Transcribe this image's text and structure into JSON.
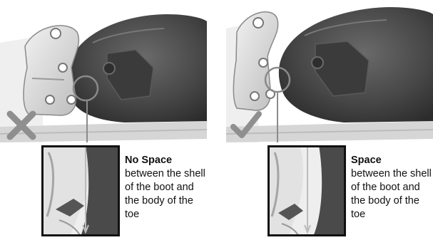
{
  "panels": [
    {
      "status": "incorrect",
      "status_icon": "cross-icon",
      "title": "No Space",
      "text": "between the shell of the boot and the body of the toe"
    },
    {
      "status": "correct",
      "status_icon": "check-icon",
      "title": "Space",
      "text": "between the shell of the boot and the body of the toe"
    }
  ],
  "colors": {
    "boot_shell": "#4a4a4a",
    "toe_piece": "#e6e6e6",
    "marker": "#8a8a8a",
    "inset_border": "#111111"
  }
}
